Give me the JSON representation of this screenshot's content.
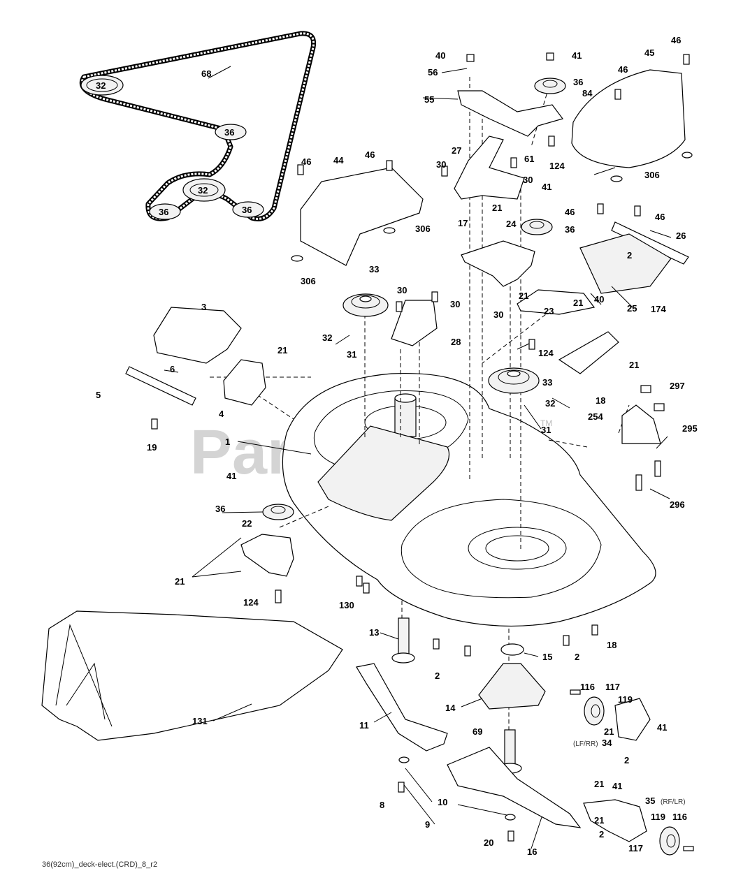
{
  "watermark": "PartsTree",
  "watermark_tm": "TM",
  "footer_code": "36(92cm)_deck-elect.(CRD)_8_r2",
  "notes": {
    "lf_rr": "(LF/RR)",
    "rf_lr": "(RF/LR)"
  },
  "pulley_labels": {
    "p1": "32",
    "p2": "36",
    "p3": "32",
    "p4": "36",
    "p5": "36"
  },
  "callouts": [
    {
      "id": "c68",
      "text": "68"
    },
    {
      "id": "c40a",
      "text": "40"
    },
    {
      "id": "c41a",
      "text": "41"
    },
    {
      "id": "c46a",
      "text": "46"
    },
    {
      "id": "c56",
      "text": "56"
    },
    {
      "id": "c36a",
      "text": "36"
    },
    {
      "id": "c84",
      "text": "84"
    },
    {
      "id": "c45",
      "text": "45"
    },
    {
      "id": "c46b",
      "text": "46"
    },
    {
      "id": "c55",
      "text": "55"
    },
    {
      "id": "c124a",
      "text": "124"
    },
    {
      "id": "c306a",
      "text": "306"
    },
    {
      "id": "c27",
      "text": "27"
    },
    {
      "id": "c61",
      "text": "61"
    },
    {
      "id": "c30a",
      "text": "30"
    },
    {
      "id": "c30b",
      "text": "30"
    },
    {
      "id": "c41b",
      "text": "41"
    },
    {
      "id": "c46c",
      "text": "46"
    },
    {
      "id": "c44",
      "text": "44"
    },
    {
      "id": "c46d",
      "text": "46"
    },
    {
      "id": "c46e",
      "text": "46"
    },
    {
      "id": "c46f",
      "text": "46"
    },
    {
      "id": "c26",
      "text": "26"
    },
    {
      "id": "c21a",
      "text": "21"
    },
    {
      "id": "c17",
      "text": "17"
    },
    {
      "id": "c24",
      "text": "24"
    },
    {
      "id": "c36b",
      "text": "36"
    },
    {
      "id": "c306b",
      "text": "306"
    },
    {
      "id": "c2a",
      "text": "2"
    },
    {
      "id": "c306c",
      "text": "306"
    },
    {
      "id": "c33a",
      "text": "33"
    },
    {
      "id": "c21b",
      "text": "21"
    },
    {
      "id": "c40b",
      "text": "40"
    },
    {
      "id": "c174",
      "text": "174"
    },
    {
      "id": "c30c",
      "text": "30"
    },
    {
      "id": "c30d",
      "text": "30"
    },
    {
      "id": "c3",
      "text": "3"
    },
    {
      "id": "c23",
      "text": "23"
    },
    {
      "id": "c21c",
      "text": "21"
    },
    {
      "id": "c25",
      "text": "25"
    },
    {
      "id": "c32a",
      "text": "32"
    },
    {
      "id": "c28",
      "text": "28"
    },
    {
      "id": "c30e",
      "text": "30"
    },
    {
      "id": "c124b",
      "text": "124"
    },
    {
      "id": "c21d",
      "text": "21"
    },
    {
      "id": "c31a",
      "text": "31"
    },
    {
      "id": "c21e",
      "text": "21"
    },
    {
      "id": "c6",
      "text": "6"
    },
    {
      "id": "c33b",
      "text": "33"
    },
    {
      "id": "c297",
      "text": "297"
    },
    {
      "id": "c5",
      "text": "5"
    },
    {
      "id": "c32b",
      "text": "32"
    },
    {
      "id": "c18a",
      "text": "18"
    },
    {
      "id": "c4",
      "text": "4"
    },
    {
      "id": "c254",
      "text": "254"
    },
    {
      "id": "c295",
      "text": "295"
    },
    {
      "id": "c19",
      "text": "19"
    },
    {
      "id": "c31b",
      "text": "31"
    },
    {
      "id": "c1",
      "text": "1"
    },
    {
      "id": "c41c",
      "text": "41"
    },
    {
      "id": "c296",
      "text": "296"
    },
    {
      "id": "c36c",
      "text": "36"
    },
    {
      "id": "c22",
      "text": "22"
    },
    {
      "id": "c21f",
      "text": "21"
    },
    {
      "id": "c124c",
      "text": "124"
    },
    {
      "id": "c130",
      "text": "130"
    },
    {
      "id": "c13",
      "text": "13"
    },
    {
      "id": "c18b",
      "text": "18"
    },
    {
      "id": "c15",
      "text": "15"
    },
    {
      "id": "c2b",
      "text": "2"
    },
    {
      "id": "c2c",
      "text": "2"
    },
    {
      "id": "c116a",
      "text": "116"
    },
    {
      "id": "c117a",
      "text": "117"
    },
    {
      "id": "c14",
      "text": "14"
    },
    {
      "id": "c119a",
      "text": "119"
    },
    {
      "id": "c131",
      "text": "131"
    },
    {
      "id": "c11",
      "text": "11"
    },
    {
      "id": "c21g",
      "text": "21"
    },
    {
      "id": "c41d",
      "text": "41"
    },
    {
      "id": "c34",
      "text": "34"
    },
    {
      "id": "c69",
      "text": "69"
    },
    {
      "id": "c2d",
      "text": "2"
    },
    {
      "id": "c21h",
      "text": "21"
    },
    {
      "id": "c41e",
      "text": "41"
    },
    {
      "id": "c10",
      "text": "10"
    },
    {
      "id": "c35",
      "text": "35"
    },
    {
      "id": "c8",
      "text": "8"
    },
    {
      "id": "c9",
      "text": "9"
    },
    {
      "id": "c21i",
      "text": "21"
    },
    {
      "id": "c119b",
      "text": "119"
    },
    {
      "id": "c116b",
      "text": "116"
    },
    {
      "id": "c2e",
      "text": "2"
    },
    {
      "id": "c20",
      "text": "20"
    },
    {
      "id": "c16",
      "text": "16"
    },
    {
      "id": "c117b",
      "text": "117"
    }
  ]
}
